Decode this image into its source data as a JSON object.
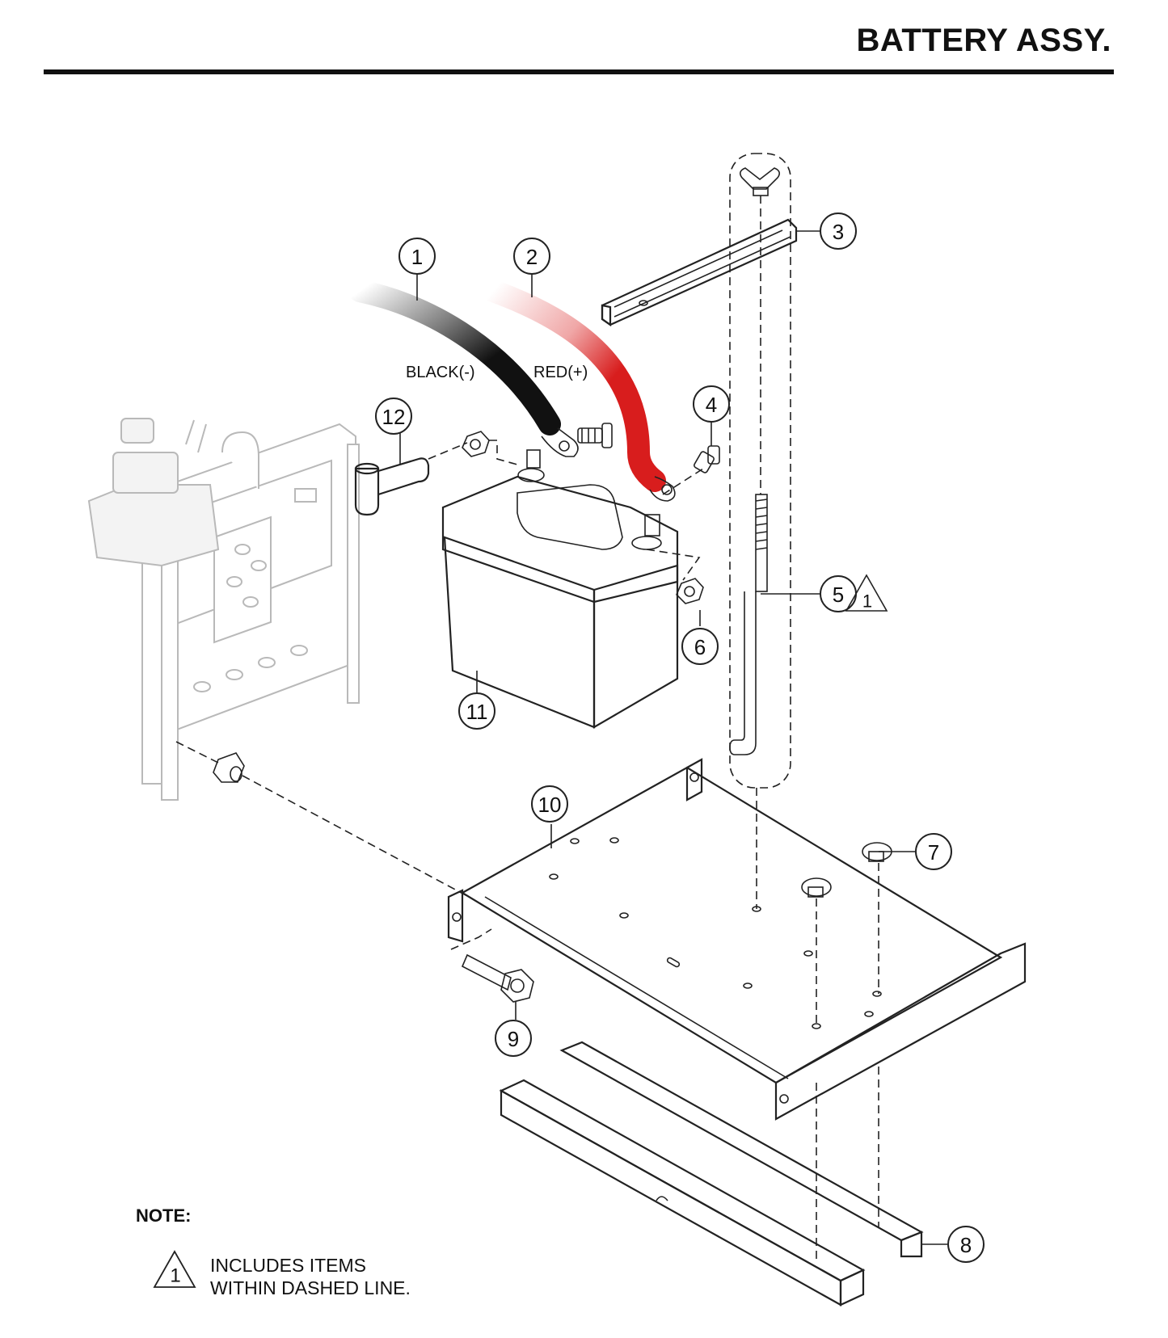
{
  "title": "BATTERY ASSY.",
  "labels": {
    "black_wire": "BLACK(-)",
    "red_wire": "RED(+)"
  },
  "callouts": [
    "1",
    "2",
    "3",
    "4",
    "5",
    "6",
    "7",
    "8",
    "9",
    "10",
    "11",
    "12"
  ],
  "note": {
    "heading": "NOTE:",
    "symbol": "1",
    "line1": "INCLUDES ITEMS",
    "line2": "WITHIN DASHED LINE."
  },
  "colors": {
    "red_cable": "#d81d1d",
    "black_cable": "#111111",
    "ghost": "#b9b9b9"
  }
}
